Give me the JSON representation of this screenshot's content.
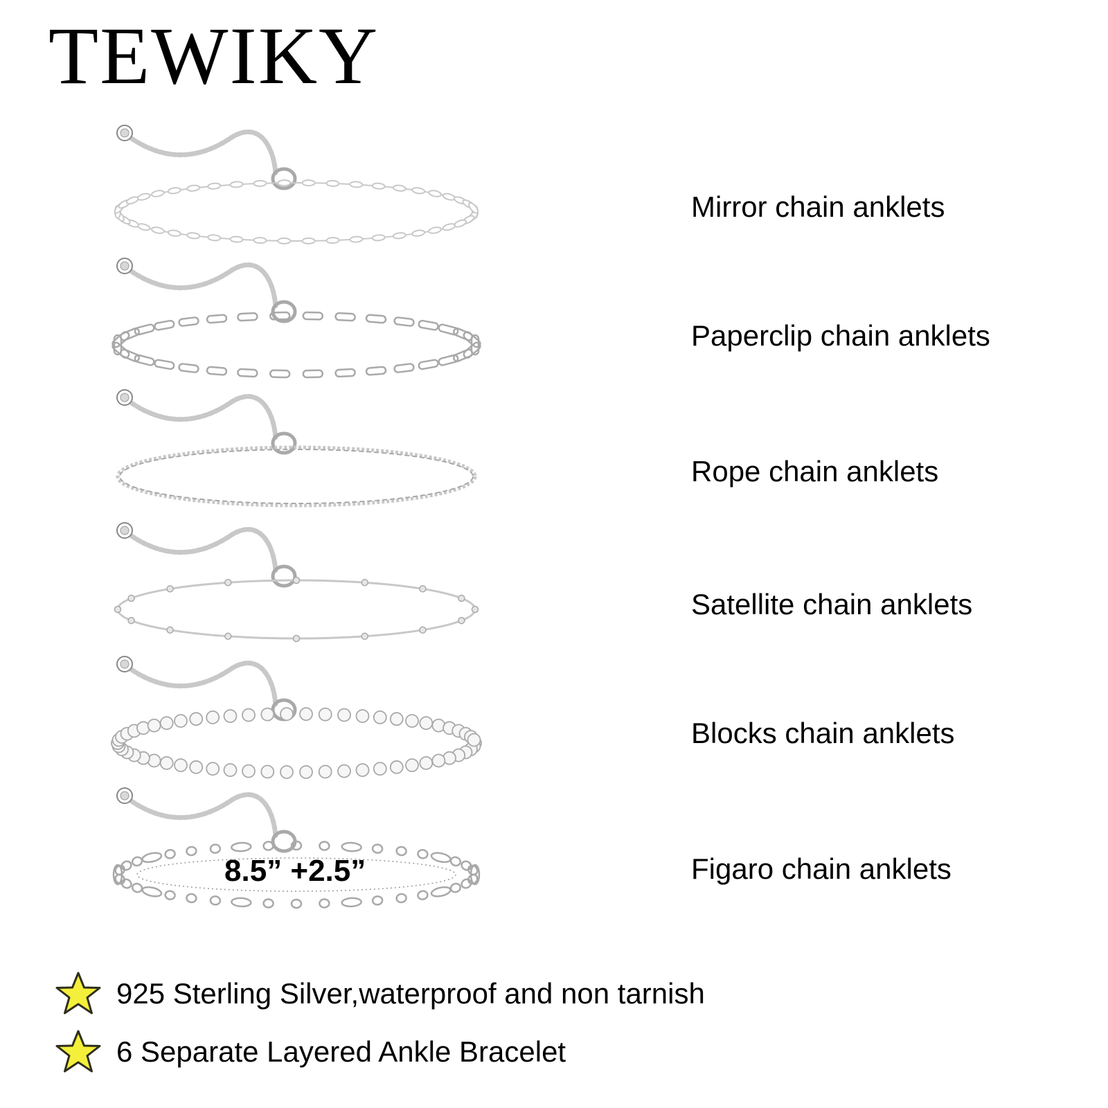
{
  "brand": "TEWIKY",
  "chain_color": "#c8c8c8",
  "star_fill": "#f4ef3a",
  "star_stroke": "#2e2e1e",
  "anklets": [
    {
      "label": "Mirror chain anklets",
      "style": "mirror"
    },
    {
      "label": "Paperclip chain anklets",
      "style": "paperclip"
    },
    {
      "label": "Rope chain anklets",
      "style": "rope"
    },
    {
      "label": "Satellite chain anklets",
      "style": "satellite"
    },
    {
      "label": "Blocks chain anklets",
      "style": "blocks"
    },
    {
      "label": "Figaro chain anklets",
      "style": "figaro"
    }
  ],
  "size_label": "8.5” +2.5”",
  "features": [
    {
      "text": "925 Sterling Silver,waterproof and non tarnish",
      "icon": "star-icon"
    },
    {
      "text": "6 Separate Layered Ankle Bracelet",
      "icon": "star-icon"
    }
  ]
}
